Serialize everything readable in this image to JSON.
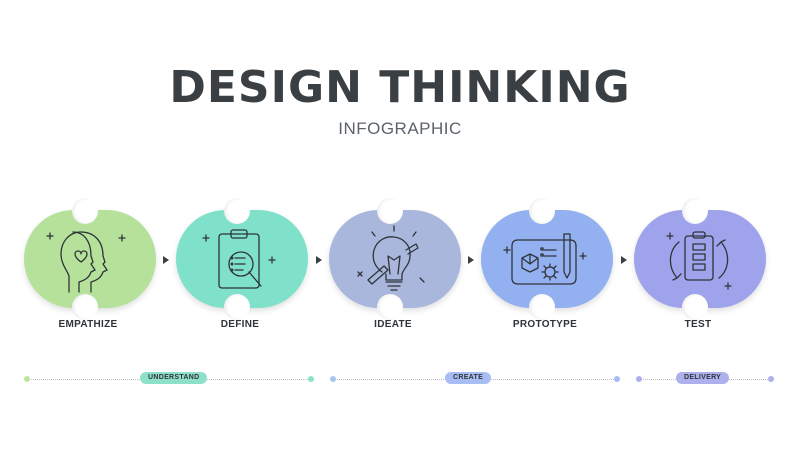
{
  "title": "DESIGN THINKING",
  "subtitle": "INFOGRAPHIC",
  "steps": [
    {
      "label": "EMPATHIZE",
      "color": "#b5e19a",
      "icon": "head-heart-icon"
    },
    {
      "label": "DEFINE",
      "color": "#7fe1c9",
      "icon": "clipboard-search-icon"
    },
    {
      "label": "IDEATE",
      "color": "#aab7dc",
      "icon": "lightbulb-pencil-icon"
    },
    {
      "label": "PROTOTYPE",
      "color": "#93b1f0",
      "icon": "blueprint-gear-icon"
    },
    {
      "label": "TEST",
      "color": "#9fa3ec",
      "icon": "clipboard-cycle-icon"
    }
  ],
  "phases": [
    {
      "label": "UNDERSTAND",
      "color": "#8fe0c8",
      "dot_left": "#bfe59a",
      "dot_right": "#8fe0c8"
    },
    {
      "label": "CREATE",
      "color": "#a7bdf3",
      "dot_left": "#a7c8ee",
      "dot_right": "#a7bdf3"
    },
    {
      "label": "DELIVERY",
      "color": "#aeb0ee",
      "dot_left": "#aeb0ee",
      "dot_right": "#aeb0ee"
    }
  ]
}
